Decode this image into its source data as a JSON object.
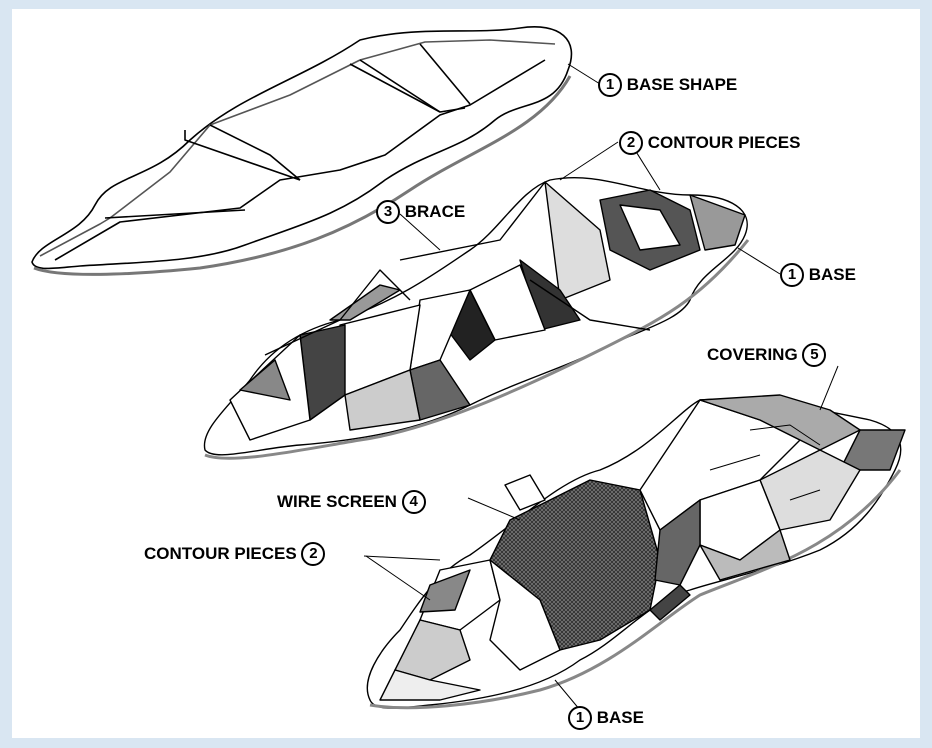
{
  "labels": {
    "base_shape": {
      "num": "1",
      "text": "BASE SHAPE"
    },
    "contour_pieces_top": {
      "num": "2",
      "text": "CONTOUR PIECES"
    },
    "brace": {
      "num": "3",
      "text": "BRACE"
    },
    "base_mid": {
      "num": "1",
      "text": "BASE"
    },
    "covering": {
      "num": "5",
      "text": "COVERING"
    },
    "wire_screen": {
      "num": "4",
      "text": "WIRE SCREEN"
    },
    "contour_pieces_bottom": {
      "num": "2",
      "text": "CONTOUR PIECES"
    },
    "base_bottom": {
      "num": "1",
      "text": "BASE"
    }
  },
  "colors": {
    "background": "#d9e6f2",
    "panel": "#ffffff",
    "ink": "#000000",
    "shade": "#555555"
  }
}
